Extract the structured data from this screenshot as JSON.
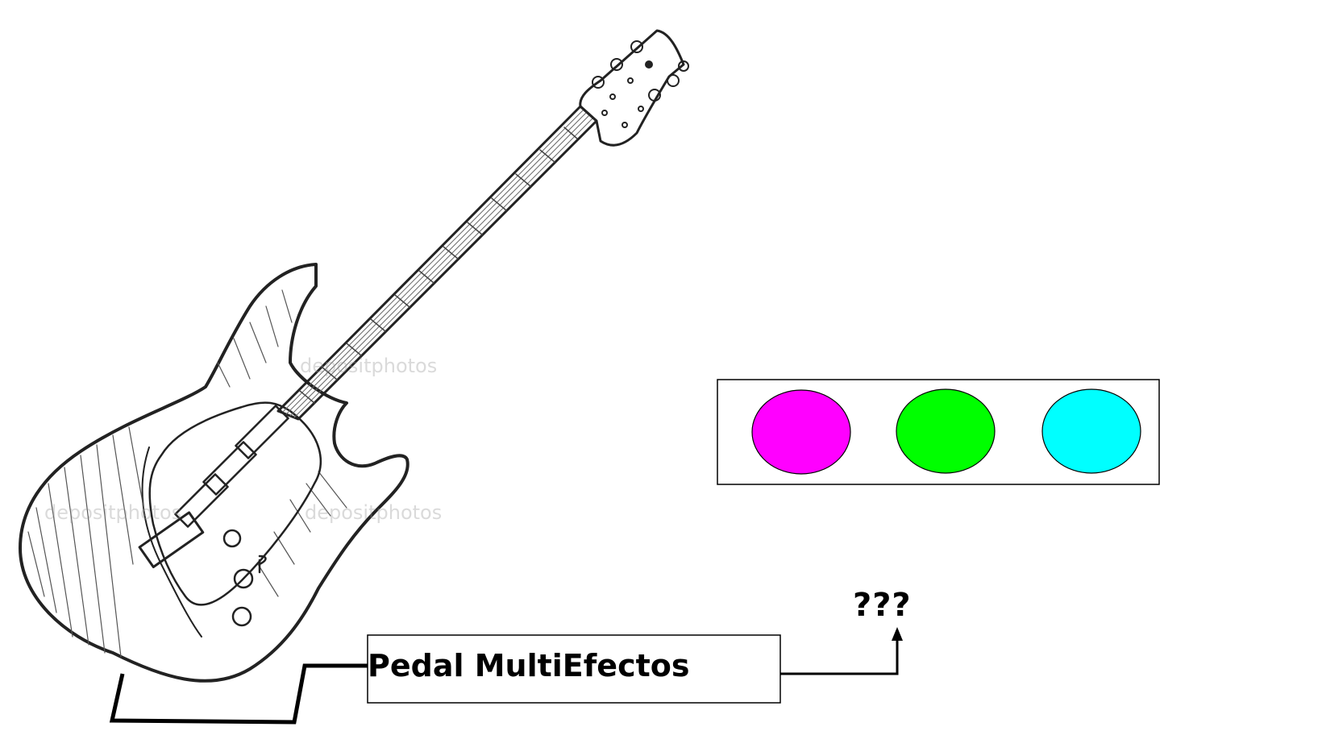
{
  "diagram": {
    "pedal_label": "Pedal MultiEfectos",
    "unknown_output": "???",
    "watermark": "depositphotos"
  },
  "lights": [
    {
      "name": "magenta-light",
      "color": "#FF00FF"
    },
    {
      "name": "green-light",
      "color": "#00FF00"
    },
    {
      "name": "cyan-light",
      "color": "#00FFFF"
    }
  ],
  "colors": {
    "line": "#000000",
    "background": "#FFFFFF"
  }
}
